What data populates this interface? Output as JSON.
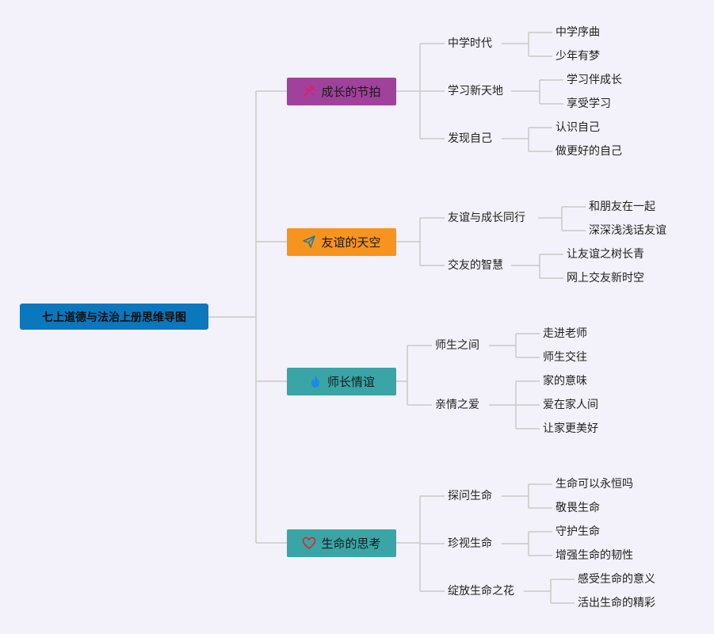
{
  "root": {
    "label": "七上道德与法治上册思维导图"
  },
  "colors": {
    "root_bg": "#0b77bd",
    "connector": "#c9c9c9",
    "background": "#f3f1f9"
  },
  "branches": [
    {
      "label": "成长的节拍",
      "icon": "tools-icon",
      "color": "#a0419b",
      "icon_color": "#e01e6a",
      "topics": [
        {
          "label": "中学时代",
          "leaves": [
            "中学序曲",
            "少年有梦"
          ]
        },
        {
          "label": "学习新天地",
          "leaves": [
            "学习伴成长",
            "享受学习"
          ]
        },
        {
          "label": "发现自己",
          "leaves": [
            "认识自己",
            "做更好的自己"
          ]
        }
      ]
    },
    {
      "label": "友谊的天空",
      "icon": "paper-plane-icon",
      "color": "#f7941d",
      "icon_color": "#1a7ea6",
      "topics": [
        {
          "label": "友谊与成长同行",
          "leaves": [
            "和朋友在一起",
            "深深浅浅话友谊"
          ]
        },
        {
          "label": "交友的智慧",
          "leaves": [
            "让友谊之树长青",
            "网上交友新时空"
          ]
        }
      ]
    },
    {
      "label": "师长情谊",
      "icon": "flame-icon",
      "color": "#3aa5a6",
      "icon_color": "#1e88e5",
      "topics": [
        {
          "label": "师生之间",
          "leaves": [
            "走进老师",
            "师生交往"
          ]
        },
        {
          "label": "亲情之爱",
          "leaves": [
            "家的意味",
            "爱在家人间",
            "让家更美好"
          ]
        }
      ]
    },
    {
      "label": "生命的思考",
      "icon": "heart-icon",
      "color": "#3aa5a6",
      "icon_color": "#d32f2f",
      "topics": [
        {
          "label": "探问生命",
          "leaves": [
            "生命可以永恒吗",
            "敬畏生命"
          ]
        },
        {
          "label": "珍视生命",
          "leaves": [
            "守护生命",
            "增强生命的韧性"
          ]
        },
        {
          "label": "绽放生命之花",
          "leaves": [
            "感受生命的意义",
            "活出生命的精彩"
          ]
        }
      ]
    }
  ]
}
